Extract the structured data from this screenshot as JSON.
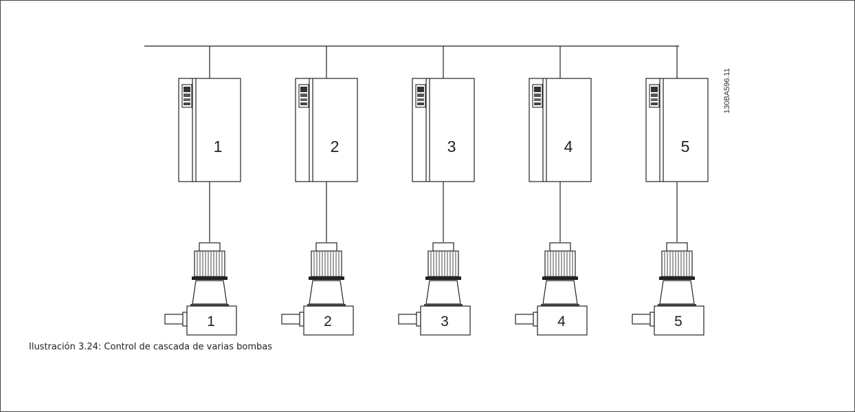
{
  "figure": {
    "caption": "Ilustración 3.24: Control de cascada de varias bombas",
    "code": "130BA596.11"
  },
  "units": [
    {
      "drive_label": "1",
      "pump_label": "1"
    },
    {
      "drive_label": "2",
      "pump_label": "2"
    },
    {
      "drive_label": "3",
      "pump_label": "3"
    },
    {
      "drive_label": "4",
      "pump_label": "4"
    },
    {
      "drive_label": "5",
      "pump_label": "5"
    }
  ]
}
